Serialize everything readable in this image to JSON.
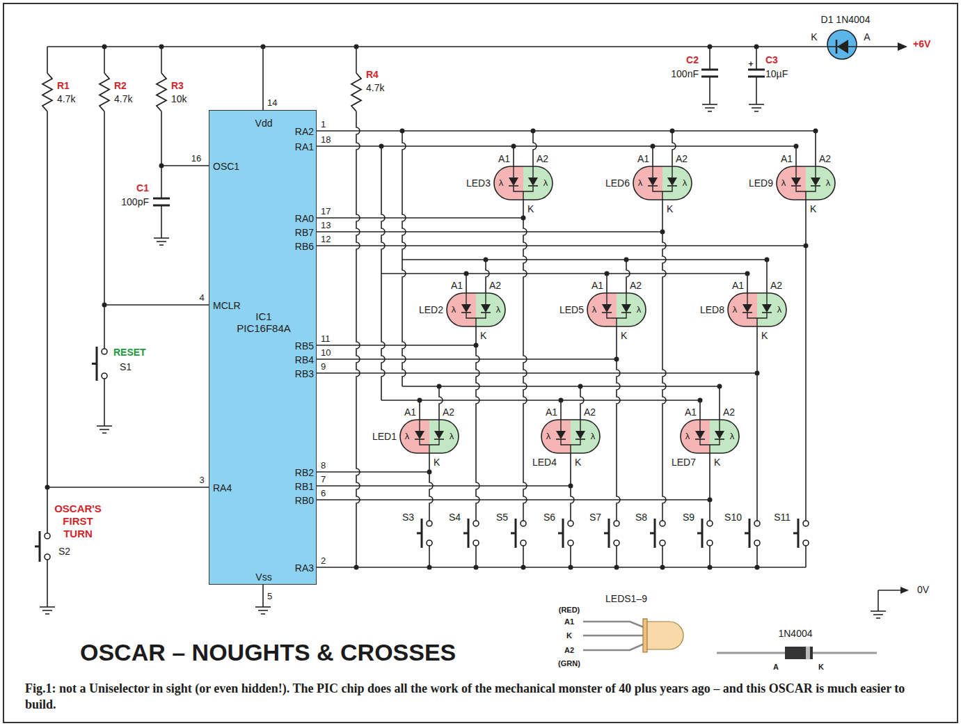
{
  "diagram": {
    "title": "OSCAR – NOUGHTS & CROSSES",
    "caption": "Fig.1: not a Uniselector in sight (or even hidden!). The PIC chip does all the work of the mechanical monster of 40 plus years ago – and this OSCAR is much easier to build.",
    "nodes": [
      {
        "text": [
          "Vdd",
          "OSC1",
          "MCLR",
          "IC1 PIC16F84A",
          "RA4",
          "Vss",
          "RA2",
          "RA1",
          "RA0",
          "RB7",
          "RB6",
          "RB5",
          "RB4",
          "RB3",
          "RB2",
          "RB1",
          "RB0",
          "RA3"
        ]
      }
    ],
    "labels": [
      "R1",
      "4.7k",
      "R2",
      "4.7k",
      "R3",
      "10k",
      "R4",
      "4.7k",
      "C1",
      "100pF",
      "C2",
      "100nF",
      "C3",
      "10µF",
      "+",
      "D1 1N4004",
      "K",
      "A",
      "+6V",
      "14",
      "16",
      "4",
      "3",
      "5",
      "1",
      "18",
      "17",
      "13",
      "12",
      "11",
      "10",
      "9",
      "8",
      "7",
      "6",
      "2",
      "RESET",
      "S1",
      "OSCAR'S FIRST TURN",
      "S2",
      "0V",
      "LEDS1–9",
      "(RED)",
      "A1",
      "K",
      "A2",
      "(GRN)",
      "1N4004",
      "A",
      "K",
      "A1",
      "A2",
      "LED3",
      "λ",
      "λ",
      "K",
      "A1",
      "A2",
      "LED6",
      "λ",
      "λ",
      "K",
      "A1",
      "A2",
      "LED9",
      "λ",
      "λ",
      "K",
      "A1",
      "A2",
      "LED2",
      "λ",
      "λ",
      "K",
      "A1",
      "A2",
      "LED5",
      "λ",
      "λ",
      "K",
      "A1",
      "A2",
      "LED8",
      "λ",
      "λ",
      "K",
      "A1",
      "A2",
      "LED1",
      "λ",
      "λ",
      "K",
      "A1",
      "A2",
      "LED4",
      "λ",
      "λ",
      "K",
      "A1",
      "A2",
      "LED7",
      "λ",
      "λ",
      "K",
      "S3",
      "S4",
      "S5",
      "S6",
      "S7",
      "S8",
      "S9",
      "S10",
      "S11"
    ]
  }
}
